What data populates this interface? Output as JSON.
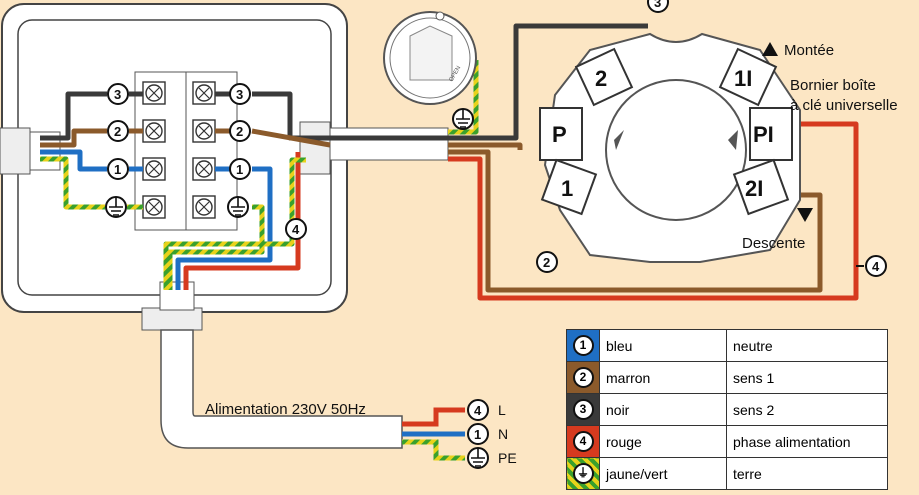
{
  "diagram": {
    "supply_label": "Alimentation 230V 50Hz",
    "line_labels": {
      "l": "L",
      "n": "N",
      "pe": "PE"
    },
    "switch_keys": {
      "k2": "2",
      "k1i": "1I",
      "kp": "P",
      "kpi": "PI",
      "k1": "1",
      "k2i": "2I"
    },
    "up_label": "Montée",
    "down_label": "Descente",
    "terminal_title": [
      "Bornier boîte",
      "à clé universelle"
    ],
    "open_label": "OPEN",
    "wire_numbers": {
      "n1": "1",
      "n2": "2",
      "n3": "3",
      "n4": "4"
    }
  },
  "colors": {
    "background": "#fce6c4",
    "bleu": "#1f6fc4",
    "marron": "#8b5a2b",
    "noir": "#3a3a3a",
    "rouge": "#d63a1f",
    "jaune": "#e8d21a",
    "vert": "#3aa02c"
  },
  "legend": {
    "rows": [
      {
        "num": "1",
        "color_name": "bleu",
        "desc": "neutre",
        "swatch": "#1f6fc4"
      },
      {
        "num": "2",
        "color_name": "marron",
        "desc": "sens 1",
        "swatch": "#8b5a2b"
      },
      {
        "num": "3",
        "color_name": "noir",
        "desc": "sens 2",
        "swatch": "#3a3a3a"
      },
      {
        "num": "4",
        "color_name": "rouge",
        "desc": "phase alimentation",
        "swatch": "#d63a1f"
      },
      {
        "num": "",
        "color_name": "jaune/vert",
        "desc": "terre",
        "swatch": "#e8d21a"
      }
    ]
  }
}
